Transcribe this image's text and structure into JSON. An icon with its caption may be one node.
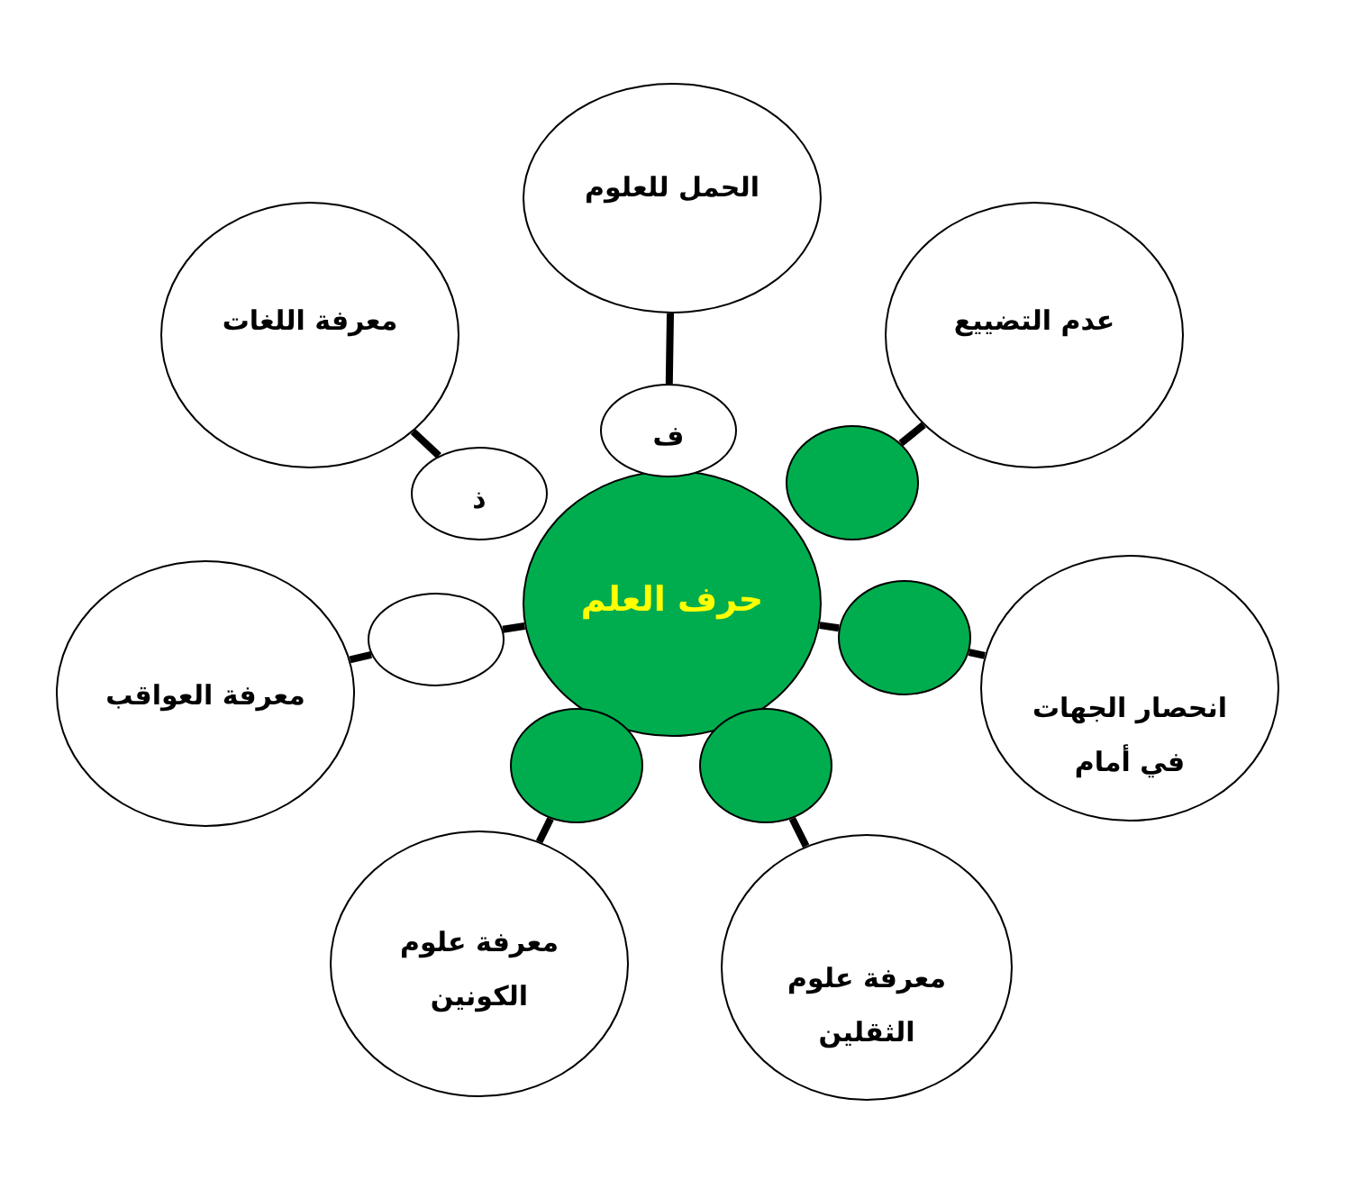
{
  "diagram": {
    "nodes": [
      {
        "text": [
          "الحمل للعلوم"
        ]
      },
      {
        "text": [
          "معرفة اللغات"
        ]
      },
      {
        "text": [
          "عدم التضييع"
        ]
      },
      {
        "text": [
          "ف"
        ]
      },
      {
        "text": [],
        "shape": "circle"
      },
      {
        "text": [
          "ذ"
        ]
      },
      {
        "text": [
          "حرف العلم"
        ]
      },
      {
        "text": [],
        "shape": "circle"
      },
      {
        "text": [],
        "shape": "circle"
      },
      {
        "text": [
          "معرفة العواقب"
        ]
      },
      {
        "text": [
          "انحصار الجهات في أمام"
        ]
      },
      {
        "text": [],
        "shape": "circle"
      },
      {
        "text": [],
        "shape": "circle"
      },
      {
        "text": [
          "معرفة علوم الكونين"
        ]
      },
      {
        "text": [
          "معرفة علوم الثقلين"
        ]
      }
    ],
    "edges": [
      {
        "from": 0,
        "to": 3,
        "arrow": "none"
      },
      {
        "from": 1,
        "to": 5,
        "arrow": "none"
      },
      {
        "from": 2,
        "to": 4,
        "arrow": "none"
      },
      {
        "from": 6,
        "to": 7,
        "arrow": "none"
      },
      {
        "from": 6,
        "to": 8,
        "arrow": "none"
      },
      {
        "from": 7,
        "to": 9,
        "arrow": "none"
      },
      {
        "from": 8,
        "to": 10,
        "arrow": "none"
      },
      {
        "from": 11,
        "to": 13,
        "arrow": "none"
      },
      {
        "from": 12,
        "to": 14,
        "arrow": "none"
      }
    ]
  }
}
